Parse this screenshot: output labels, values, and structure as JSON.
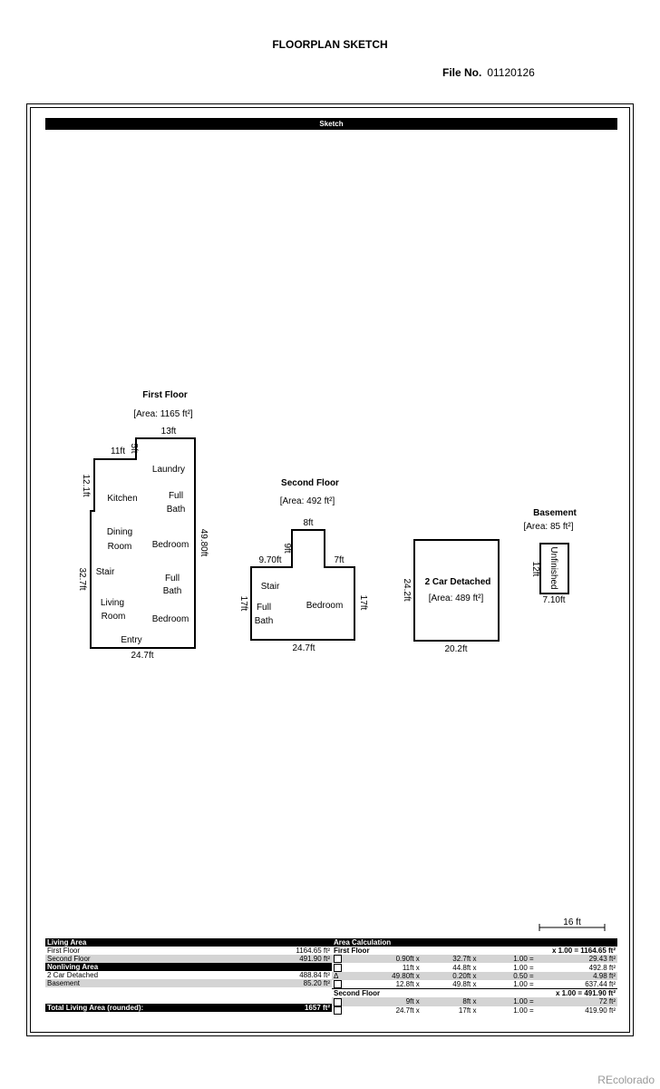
{
  "title": "FLOORPLAN SKETCH",
  "file_label": "File No.",
  "file_no": "01120126",
  "sketch_bar": "Sketch",
  "first_floor": {
    "title": "First Floor",
    "area": "[Area: 1165 ft²]",
    "dims": [
      "13ft",
      "5ft",
      "11ft",
      "12.1ft",
      "32.7ft",
      "49.80ft",
      "24.7ft"
    ],
    "rooms": [
      "Laundry",
      "Kitchen",
      "Full",
      "Bath",
      "Dining",
      "Room",
      "Bedroom",
      "Stair",
      "Full",
      "Bath",
      "Living",
      "Room",
      "Bedroom",
      "Entry"
    ]
  },
  "second_floor": {
    "title": "Second Floor",
    "area": "[Area: 492 ft²]",
    "dims": [
      "8ft",
      "9ft",
      "9.70ft",
      "7ft",
      "17ft",
      "17ft",
      "24.7ft"
    ],
    "rooms": [
      "Stair",
      "Full",
      "Bath",
      "Bedroom"
    ]
  },
  "garage": {
    "title": "2 Car Detached",
    "area": "[Area: 489 ft²]",
    "dims": [
      "24.2ft",
      "20.2ft"
    ]
  },
  "basement": {
    "title": "Basement",
    "area": "[Area: 85 ft²]",
    "dims": [
      "12ft",
      "7.10ft"
    ],
    "rooms": [
      "Unfinished"
    ]
  },
  "scale": "16 ft",
  "summary": {
    "living_header": "Living Area",
    "living": [
      {
        "name": "First Floor",
        "value": "1164.65 ft²"
      },
      {
        "name": "Second Floor",
        "value": "491.90 ft²"
      }
    ],
    "nonliving_header": "Nonliving Area",
    "nonliving": [
      {
        "name": "2 Car Detached",
        "value": "488.84 ft²"
      },
      {
        "name": "Basement",
        "value": "85.20 ft²"
      }
    ],
    "total_label": "Total Living Area (rounded):",
    "total_value": "1657 ft²"
  },
  "calc": {
    "header": "Area Calculation",
    "groups": [
      {
        "name": "First Floor",
        "total": "x 1.00 = 1164.65 ft²",
        "rows": [
          {
            "shape": "box",
            "a": "0.90ft x",
            "b": "32.7ft x",
            "f": "1.00 =",
            "v": "29.43 ft²"
          },
          {
            "shape": "box",
            "a": "11ft x",
            "b": "44.8ft x",
            "f": "1.00 =",
            "v": "492.8 ft²"
          },
          {
            "shape": "Δ",
            "a": "49.80ft x",
            "b": "0.20ft x",
            "f": "0.50 =",
            "v": "4.98 ft²"
          },
          {
            "shape": "box",
            "a": "12.8ft x",
            "b": "49.8ft x",
            "f": "1.00 =",
            "v": "637.44 ft²"
          }
        ]
      },
      {
        "name": "Second Floor",
        "total": "x 1.00 = 491.90 ft²",
        "rows": [
          {
            "shape": "box",
            "a": "9ft x",
            "b": "8ft x",
            "f": "1.00 =",
            "v": "72 ft²"
          },
          {
            "shape": "box",
            "a": "24.7ft x",
            "b": "17ft x",
            "f": "1.00 =",
            "v": "419.90 ft²"
          }
        ]
      }
    ]
  },
  "watermark": "REcolorado"
}
